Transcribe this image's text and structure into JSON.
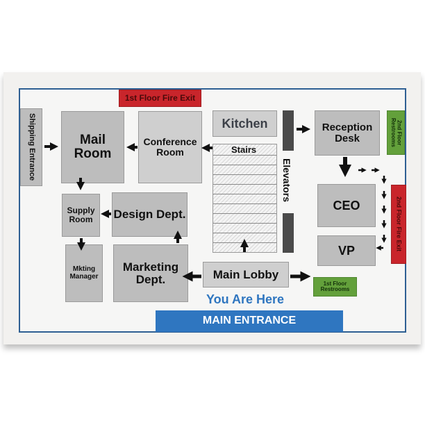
{
  "colors": {
    "frame": "#2e5f93",
    "room": "#bdbdbd",
    "fire_exit": "#c9252b",
    "restroom": "#63a03b",
    "entrance": "#2f76c0",
    "you_are_here": "#2f76c0"
  },
  "rooms": {
    "mail_room": "Mail\nRoom",
    "conference_room": "Conference Room",
    "kitchen": "Kitchen",
    "reception_desk": "Reception Desk",
    "supply_room": "Supply Room",
    "design_dept": "Design Dept.",
    "mkting_manager": "Mkting Manager",
    "marketing_dept": "Marketing Dept.",
    "ceo": "CEO",
    "vp": "VP",
    "main_lobby": "Main Lobby"
  },
  "labels": {
    "stairs": "Stairs",
    "elevators": "Elevators",
    "shipping_entrance": "Shipping Entrance",
    "first_floor_fire_exit": "1st Floor Fire Exit",
    "second_floor_fire_exit": "2nd Floor Fire Exit",
    "second_floor_restrooms": "2nd Floor Restrooms",
    "first_floor_restrooms": "1st Floor Restrooms",
    "you_are_here": "You Are Here",
    "main_entrance": "MAIN ENTRANCE"
  },
  "icons": [
    "arrow-right-icon",
    "arrow-left-icon",
    "arrow-up-icon",
    "arrow-down-icon"
  ]
}
